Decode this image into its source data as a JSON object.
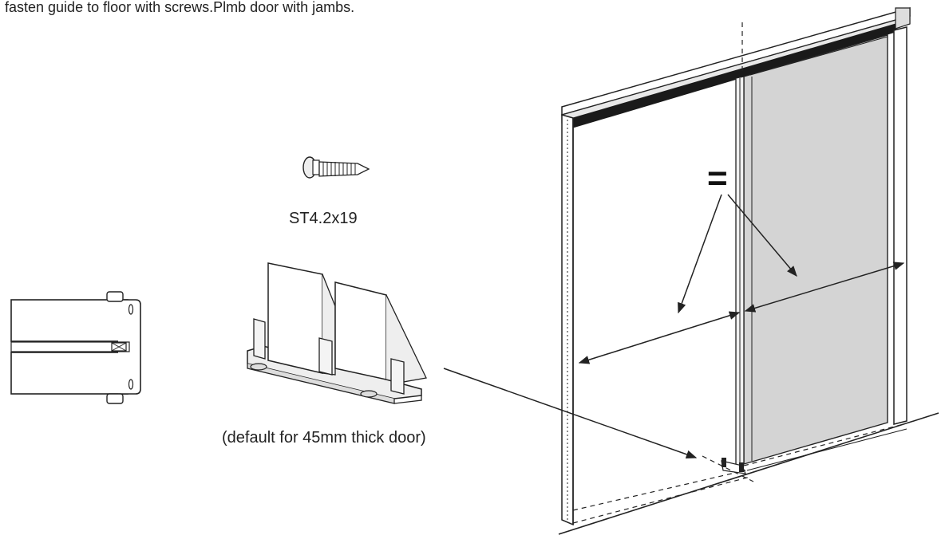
{
  "instruction": "fasten guide to floor with screws.Plmb door with jambs.",
  "screw_label": "ST4.2x19",
  "guide_caption": "(default for 45mm thick door)",
  "equal_sign": "=",
  "colors": {
    "line": "#222222",
    "door_panel": "#d4d4d4",
    "track_band": "#1a1a1a",
    "background": "#ffffff"
  },
  "icons": [
    "screw-icon",
    "floor-guide-top-view-icon",
    "floor-guide-3d-icon",
    "door-frame-icon"
  ]
}
